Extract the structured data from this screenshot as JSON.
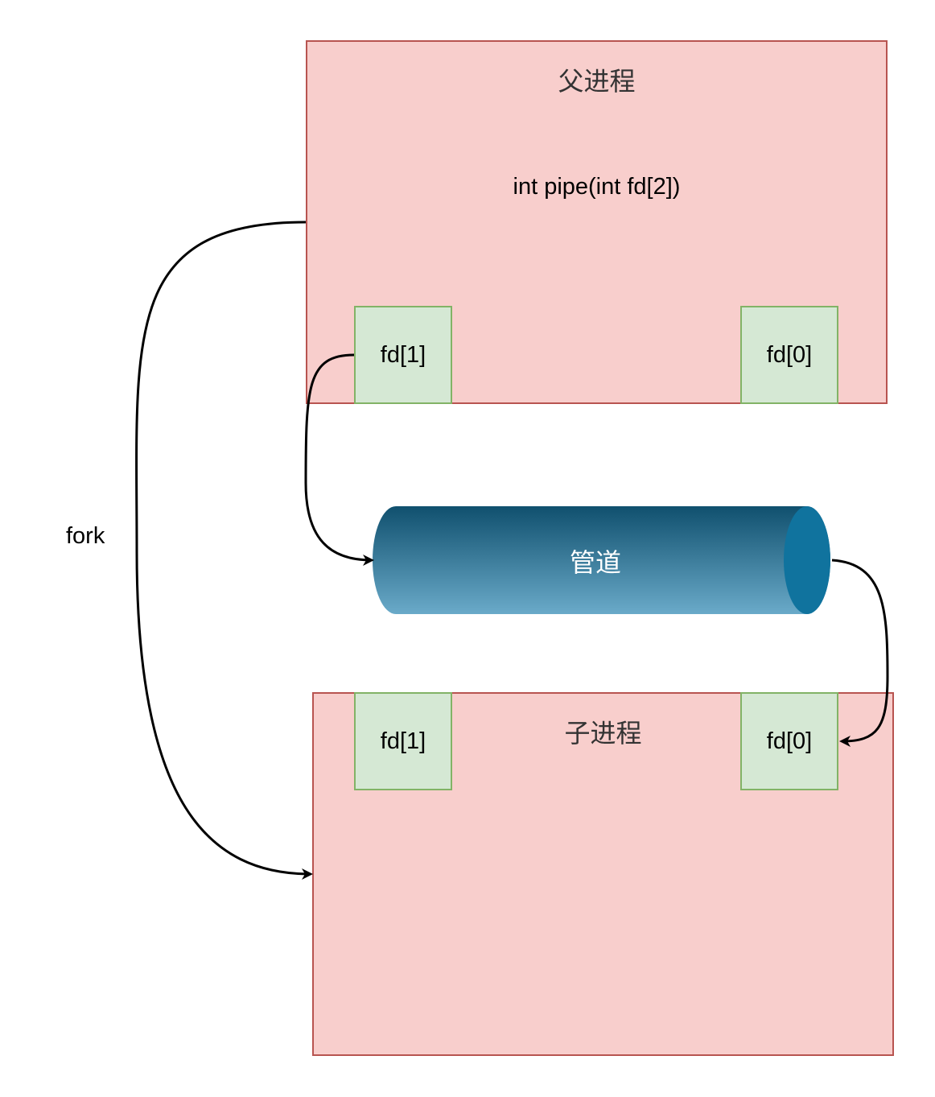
{
  "parent_process": {
    "title": "父进程",
    "call": "int pipe(int fd[2])",
    "fd_write": "fd[1]",
    "fd_read": "fd[0]"
  },
  "child_process": {
    "title": "子进程",
    "fd_write": "fd[1]",
    "fd_read": "fd[0]"
  },
  "pipe": {
    "label": "管道"
  },
  "fork": {
    "label": "fork"
  },
  "colors": {
    "process_fill": "#f8cecc",
    "process_border": "#b85450",
    "fd_fill": "#d5e8d4",
    "fd_border": "#82b366",
    "pipe_dark": "#10506e",
    "pipe_light": "#6aaac9",
    "pipe_cap": "#10739e"
  }
}
